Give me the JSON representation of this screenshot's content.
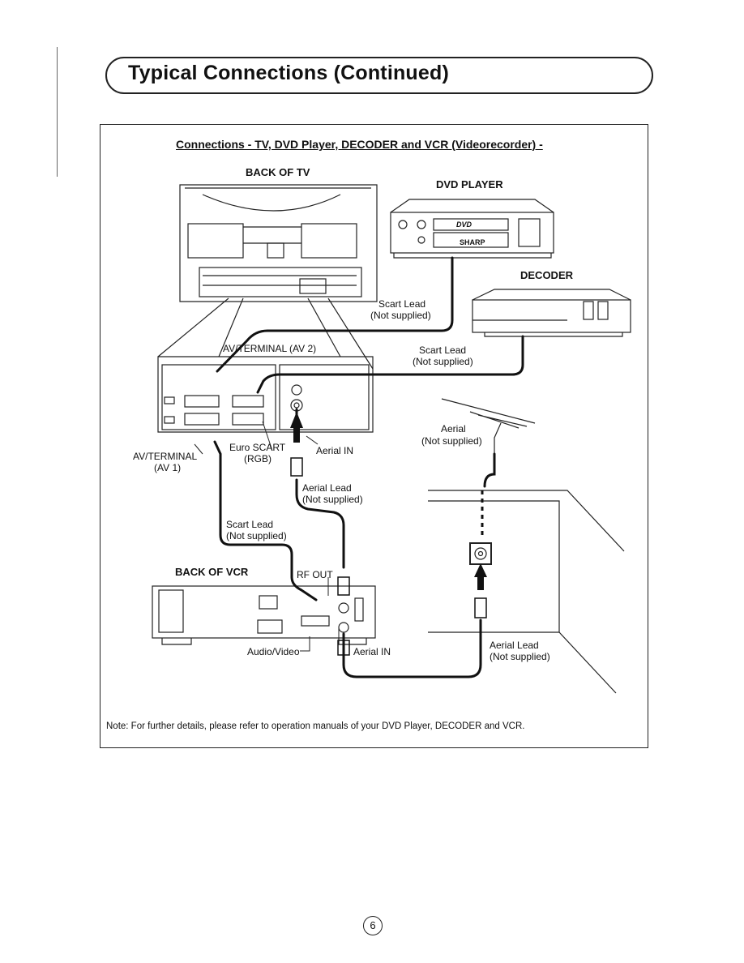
{
  "page": {
    "title": "Typical Connections (Continued)",
    "section_heading": "Connections - TV, DVD Player, DECODER and VCR (Videorecorder) -",
    "note": "Note: For further details, please refer to operation manuals of your DVD Player, DECODER and VCR.",
    "page_number": "6"
  },
  "diagram": {
    "back_of_tv": "BACK OF TV",
    "dvd_player": "DVD PLAYER",
    "decoder": "DECODER",
    "back_of_vcr": "BACK OF VCR",
    "dvd_logo": "DVD",
    "dvd_brand": "SHARP",
    "scart_lead_1": {
      "line1": "Scart Lead",
      "line2": "(Not supplied)"
    },
    "scart_lead_2": {
      "line1": "Scart Lead",
      "line2": "(Not supplied)"
    },
    "scart_lead_3": {
      "line1": "Scart Lead",
      "line2": "(Not supplied)"
    },
    "av_terminal_2": "AV/TERMINAL (AV 2)",
    "av_terminal_1": {
      "line1": "AV/TERMINAL",
      "line2": "(AV 1)"
    },
    "euro_scart": {
      "line1": "Euro SCART",
      "line2": "(RGB)"
    },
    "aerial_in_tv": "Aerial IN",
    "aerial": {
      "line1": "Aerial",
      "line2": "(Not supplied)"
    },
    "aerial_lead_1": {
      "line1": "Aerial Lead",
      "line2": "(Not supplied)"
    },
    "aerial_lead_2": {
      "line1": "Aerial Lead",
      "line2": "(Not supplied)"
    },
    "rf_out": "RF OUT",
    "audio_video": "Audio/Video",
    "aerial_in_vcr": "Aerial IN"
  }
}
